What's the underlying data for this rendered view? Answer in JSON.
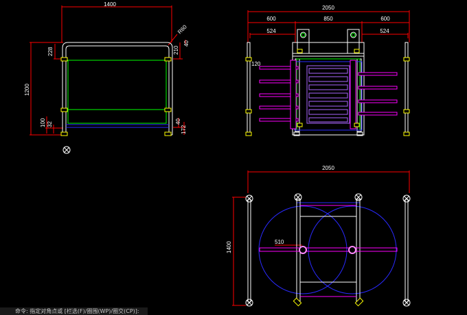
{
  "dims": {
    "left_width": "1400",
    "left_r": "R60",
    "left_228": "228",
    "left_210": "210",
    "left_40a": "40",
    "left_1200": "1200",
    "left_100": "100",
    "left_32": "32",
    "left_40b": "40",
    "left_172": "172",
    "front_total": "2050",
    "front_600a": "600",
    "front_850": "850",
    "front_600b": "600",
    "front_524a": "524",
    "front_524b": "524",
    "front_120": "120",
    "top_width": "2050",
    "top_height": "1400",
    "top_510": "510"
  },
  "command_line": {
    "text": "命令: 指定对角点或 [栏选(F)/圈围(WP)/圈交(CP)]:"
  },
  "colors": {
    "dimension": "#ff0000",
    "frame": "#ffffff",
    "rail": "#00ff00",
    "purple": "#ff00ff",
    "blue": "#2a2aff",
    "yellow": "#ffff00",
    "violet": "#aa66ff"
  }
}
